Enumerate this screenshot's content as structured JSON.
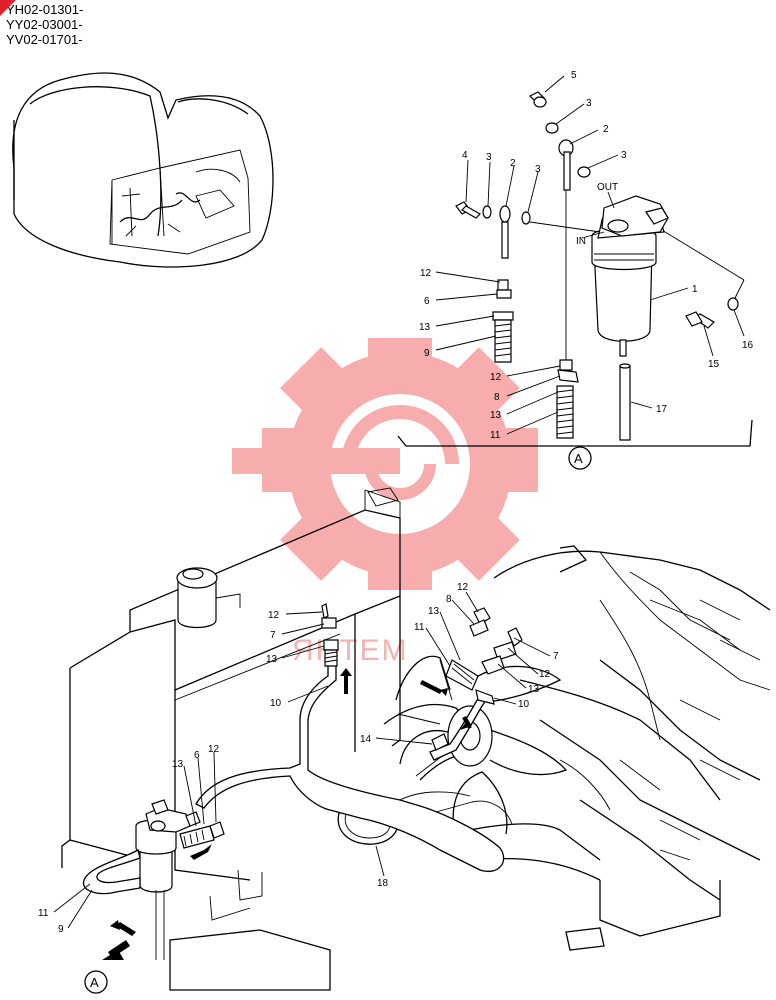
{
  "serials": [
    "YH02-01301-",
    "YY02-03001-",
    "YV02-01701-"
  ],
  "watermark_text": "ЯНТЕМ",
  "colors": {
    "watermark": "#f26b6b",
    "corner_badge": "#e0202a",
    "line": "#000000"
  },
  "view_label": "A",
  "detail": {
    "out_label": "OUT",
    "in_label": "IN",
    "callouts": {
      "c1": "1",
      "c2a": "2",
      "c2b": "2",
      "c3a": "3",
      "c3b": "3",
      "c3c": "3",
      "c3d": "3",
      "c4": "4",
      "c5": "5",
      "c6": "6",
      "c8": "8",
      "c9": "9",
      "c11": "11",
      "c12a": "12",
      "c12b": "12",
      "c13a": "13",
      "c13b": "13",
      "c15": "15",
      "c16": "16",
      "c17": "17"
    }
  },
  "main": {
    "callouts": {
      "m12a": "12",
      "m7a": "7",
      "m13a": "13",
      "m10a": "10",
      "m12b": "12",
      "m8": "8",
      "m13b": "13",
      "m11a": "11",
      "m7b": "7",
      "m12c": "12",
      "m13c": "13",
      "m10b": "10",
      "m14": "14",
      "m13d": "13",
      "m6": "6",
      "m12d": "12",
      "m11b": "11",
      "m9": "9",
      "m18": "18"
    }
  }
}
